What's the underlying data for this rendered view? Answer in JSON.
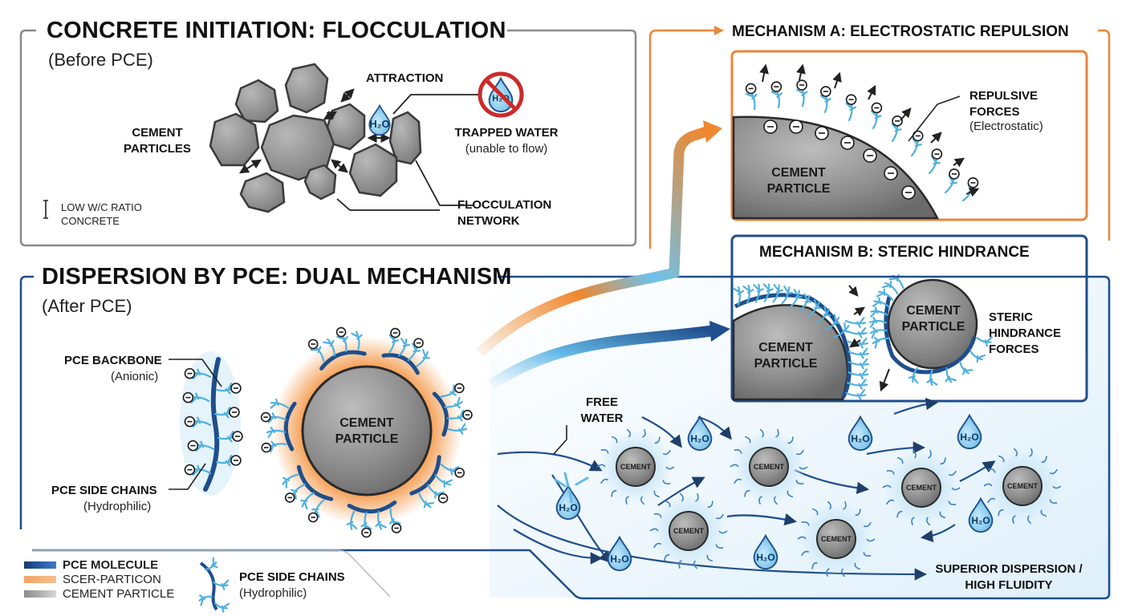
{
  "flocculation": {
    "title": "CONCRETE INITIATION: FLOCCULATION",
    "subtitle": "(Before PCE)",
    "attraction": "ATTRACTION",
    "cement_particles": [
      "CEMENT",
      "PARTICLES"
    ],
    "trapped_water": "TRAPPED WATER",
    "trapped_water_note": "(unable to flow)",
    "network": [
      "FLOCCULATION",
      "NETWORK"
    ],
    "low_wc": [
      "LOW W/C RATIO",
      "CONCRETE"
    ],
    "h2o": "H₂O"
  },
  "mechanism_a": {
    "title": "MECHANISM A: ELECTROSTATIC REPULSION",
    "repulsive": [
      "REPULSIVE",
      "FORCES"
    ],
    "repulsive_note": "(Electrostatic)",
    "particle": [
      "CEMENT",
      "PARTICLE"
    ]
  },
  "mechanism_b": {
    "title": "MECHANISM B: STERIC HINDRANCE",
    "particle_left": [
      "CEMENT",
      "PARTICLE"
    ],
    "particle_right": [
      "CEMENT",
      "PARTICLE"
    ],
    "forces": [
      "STERIC",
      "HINDRANCE",
      "FORCES"
    ]
  },
  "dispersion": {
    "title": "DISPERSION BY PCE: DUAL MECHANISM",
    "subtitle": "(After PCE)",
    "backbone": "PCE BACKBONE",
    "backbone_note": "(Anionic)",
    "side_chains": "PCE SIDE CHAINS",
    "side_chains_note": "(Hydrophilic)",
    "center_particle": [
      "CEMENT",
      "PARTICLE"
    ],
    "free_water": [
      "FREE",
      "WATER"
    ],
    "mini_label": "CEMENT",
    "h2o": "H₂O",
    "result": [
      "SUPERIOR DISPERSION /",
      "HIGH FLUIDITY"
    ]
  },
  "legend": {
    "items": [
      {
        "label": "PCE MOLECULE",
        "color": "#1f4e8c"
      },
      {
        "label": "SCER-PARTICON",
        "color": "#f08a3c"
      },
      {
        "label": "CEMENT PARTICLE",
        "color": "#9a9a9a"
      }
    ],
    "side_chains": "PCE SIDE CHAINS",
    "side_chains_note": "(Hydrophilic)"
  },
  "colors": {
    "orange": "#e9863a",
    "blue_dark": "#1f4e8c",
    "blue_light": "#4fb0de",
    "grey_frame": "#8a8a8a"
  },
  "icons": [
    "water-drop-icon",
    "no-water-icon",
    "negative-charge-icon",
    "arrow-icon"
  ]
}
